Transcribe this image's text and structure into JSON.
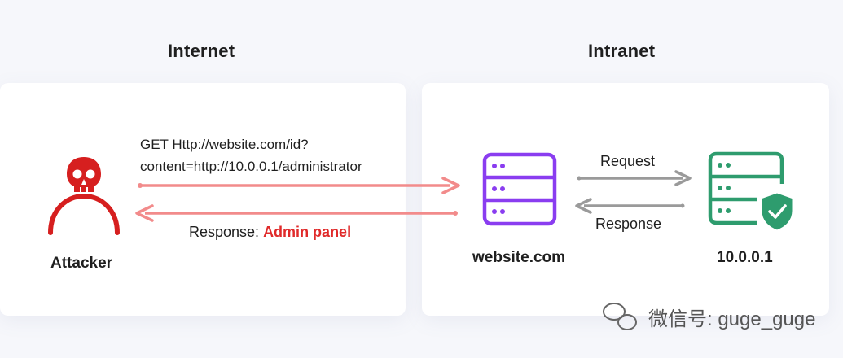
{
  "zones": {
    "internet": "Internet",
    "intranet": "Intranet"
  },
  "attacker": {
    "label": "Attacker",
    "icon": "attacker-skull-icon"
  },
  "request_line1": "GET Http://website.com/id?",
  "request_line2": "content=http://10.0.0.1/administrator",
  "response": {
    "prefix": "Response: ",
    "highlight": "Admin panel"
  },
  "website": {
    "label": "website.com",
    "icon": "server-icon"
  },
  "internal": {
    "label": "10.0.0.1",
    "icon": "secure-server-icon"
  },
  "flows": {
    "request": "Request",
    "response": "Response"
  },
  "watermark": "微信号: guge_guge",
  "colors": {
    "attacker": "#d61f1f",
    "arrow_red": "#f28b8b",
    "website": "#8a3df0",
    "internal": "#2e9c6e",
    "arrow_gray": "#9a9a9a",
    "admin_text": "#e02a2a"
  }
}
